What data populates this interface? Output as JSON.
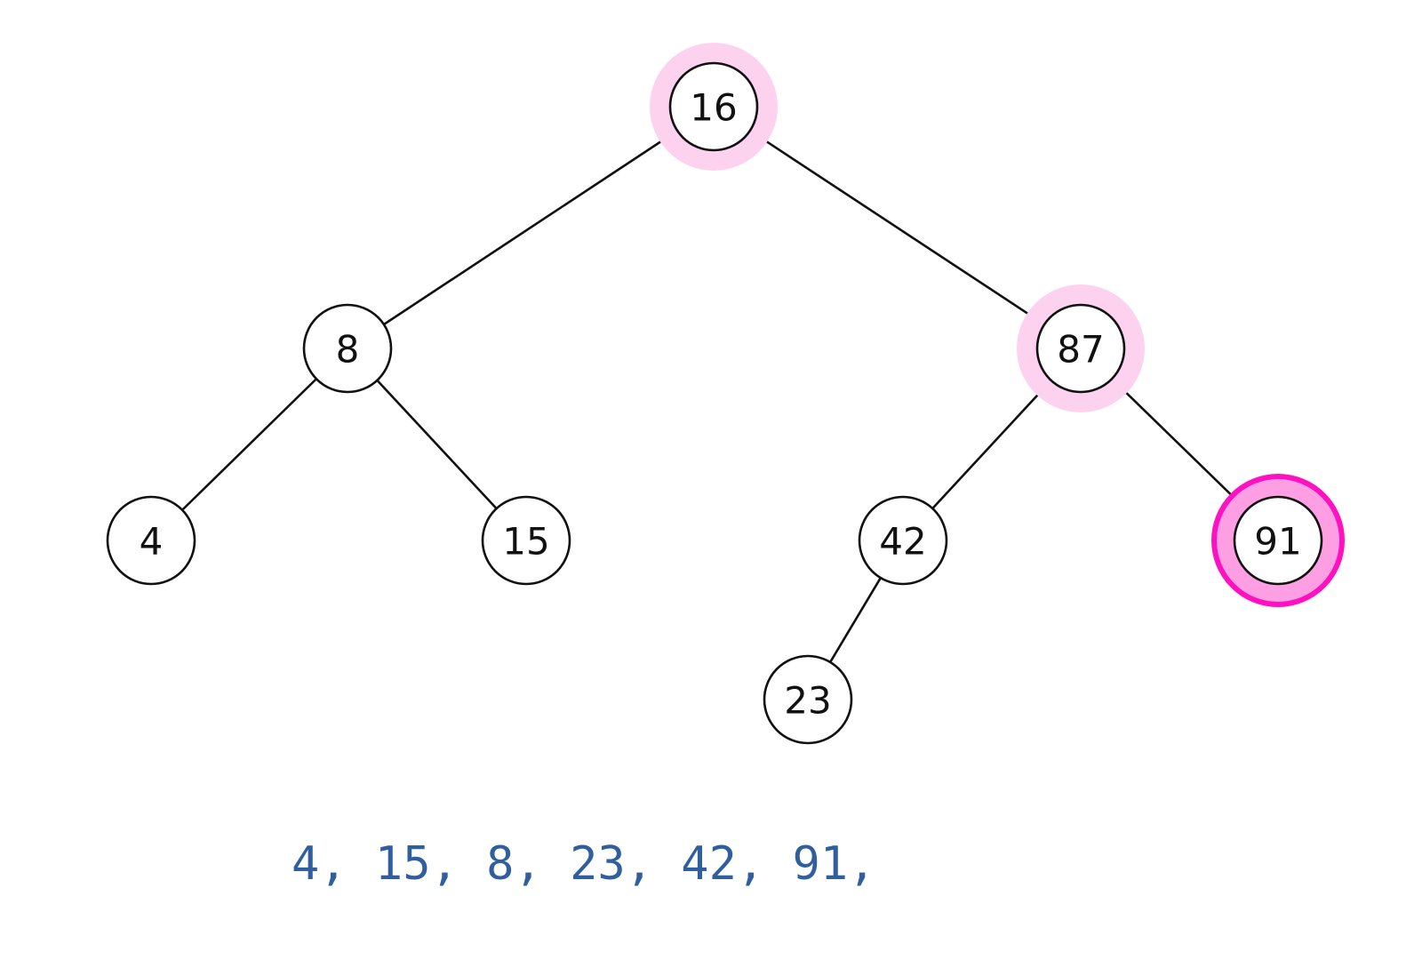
{
  "colors": {
    "node_stroke": "#111111",
    "node_fill": "#ffffff",
    "visited_fill": "#fdd2ef",
    "visited_halo": "#fdd2ef",
    "current_fill": "#ff9fe3",
    "current_ring": "#ff10c0",
    "traversal_text": "#2f5f9f"
  },
  "tree": {
    "nodes": [
      {
        "id": "n16",
        "label": "16",
        "state": "visited"
      },
      {
        "id": "n8",
        "label": "8",
        "state": "normal"
      },
      {
        "id": "n87",
        "label": "87",
        "state": "visited"
      },
      {
        "id": "n4",
        "label": "4",
        "state": "normal"
      },
      {
        "id": "n15",
        "label": "15",
        "state": "normal"
      },
      {
        "id": "n42",
        "label": "42",
        "state": "normal"
      },
      {
        "id": "n91",
        "label": "91",
        "state": "current"
      },
      {
        "id": "n23",
        "label": "23",
        "state": "normal"
      }
    ],
    "edges": [
      {
        "from": "n16",
        "to": "n8"
      },
      {
        "from": "n16",
        "to": "n87"
      },
      {
        "from": "n8",
        "to": "n4"
      },
      {
        "from": "n8",
        "to": "n15"
      },
      {
        "from": "n87",
        "to": "n42"
      },
      {
        "from": "n87",
        "to": "n91"
      },
      {
        "from": "n42",
        "to": "n23"
      }
    ]
  },
  "traversal": {
    "text": "4, 15, 8, 23, 42, 91,"
  }
}
